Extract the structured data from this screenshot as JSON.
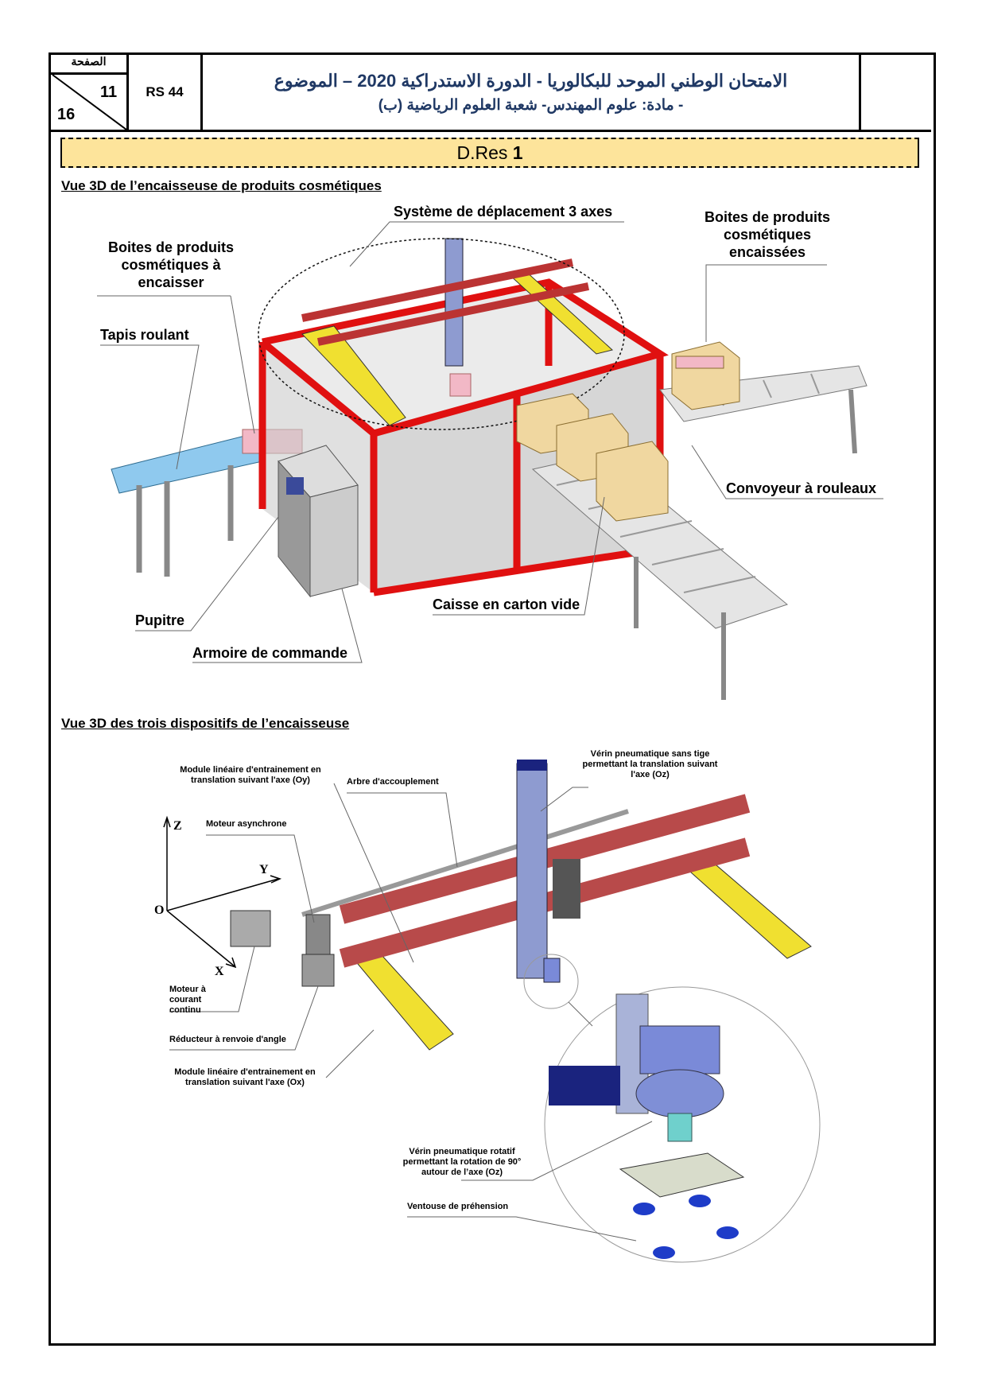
{
  "header": {
    "page_label": "الصفحة",
    "page_current": "11",
    "page_total": "16",
    "code": "RS 44",
    "title_line1": "الامتحان الوطني الموحد للبكالوريا - الدورة الاستدراكية 2020 – الموضوع",
    "title_line2": "- مادة: علوم المهندس- شعبة العلوم الرياضية (ب)"
  },
  "banner": {
    "prefix": "D.Res ",
    "number": "1"
  },
  "section1": {
    "title": "Vue 3D de l’encaisseuse de produits cosmétiques",
    "labels": {
      "systeme": "Système de déplacement 3 axes",
      "boites_encaissees": "Boites de produits cosmétiques encaissées",
      "boites_a_encaisser": "Boites de produits cosmétiques à encaisser",
      "tapis": "Tapis roulant",
      "convoyeur": "Convoyeur à rouleaux",
      "caisse": "Caisse en carton vide",
      "pupitre": "Pupitre",
      "armoire": "Armoire de commande"
    }
  },
  "section2": {
    "title": "Vue 3D des trois dispositifs de l’encaisseuse",
    "labels": {
      "module_oy": "Module linéaire d'entrainement en translation suivant l'axe  (Oy)",
      "arbre": "Arbre d'accouplement",
      "verin_sans_tige": "Vérin pneumatique sans tige permettant la  translation suivant l'axe (Oz)",
      "moteur_async": "Moteur asynchrone",
      "moteur_cc": "Moteur à courant continu",
      "reducteur": "Réducteur à renvoie d'angle",
      "module_ox": "Module linéaire d'entrainement en translation suivant l'axe (Ox)",
      "verin_rotatif": "Vérin pneumatique rotatif permettant la rotation de 90° autour de l’axe (Oz)",
      "ventouse": "Ventouse de préhension"
    },
    "axes": {
      "z": "Z",
      "y": "Y",
      "o": "O",
      "x": "X"
    }
  }
}
